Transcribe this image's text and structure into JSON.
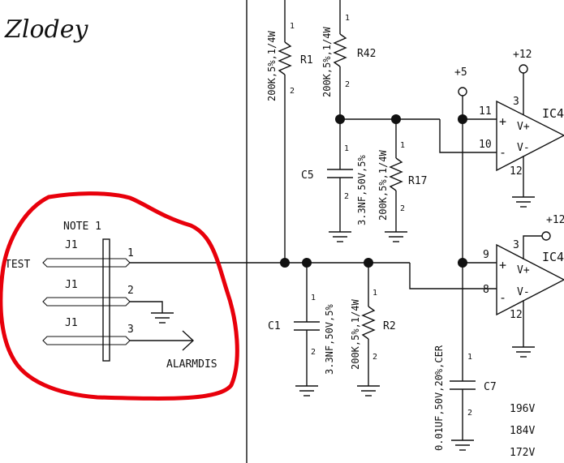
{
  "watermark": "Zlodey",
  "connector": {
    "note": "NOTE 1",
    "ref": "J1",
    "pins": [
      {
        "num": "1",
        "ref": "J1",
        "net": "TEST"
      },
      {
        "num": "2",
        "ref": "J1",
        "net": ""
      },
      {
        "num": "3",
        "ref": "J1",
        "net": "ALARMDIS"
      }
    ]
  },
  "resistors": [
    {
      "ref": "R1",
      "value": "200K,5%,1/4W",
      "pin_top": "1",
      "pin_bottom": "2"
    },
    {
      "ref": "R42",
      "value": "200K,5%,1/4W",
      "pin_top": "1",
      "pin_bottom": "2"
    },
    {
      "ref": "R17",
      "value": "200K,5%,1/4W",
      "pin_top": "1",
      "pin_bottom": "2"
    },
    {
      "ref": "R2",
      "value": "200K,5%,1/4W",
      "pin_top": "1",
      "pin_bottom": "2"
    }
  ],
  "capacitors": [
    {
      "ref": "C5",
      "value": "3.3NF,50V,5%",
      "pin_top": "1",
      "pin_bottom": "2"
    },
    {
      "ref": "C1",
      "value": "3.3NF,50V,5%",
      "pin_top": "1",
      "pin_bottom": "2"
    },
    {
      "ref": "C7",
      "value": "0.01UF,50V,20%,CER",
      "pin_top": "1",
      "pin_bottom": "2"
    }
  ],
  "supplies": {
    "v5": "+5",
    "v12a": "+12",
    "v12b": "+12"
  },
  "opamps": [
    {
      "ref": "IC4",
      "plus": "+",
      "minus": "-",
      "vplus": "V+",
      "vminus": "V-",
      "pin_plus": "11",
      "pin_minus": "10",
      "pin_vp": "3",
      "pin_vm": "12"
    },
    {
      "ref": "IC4",
      "plus": "+",
      "minus": "-",
      "vplus": "V+",
      "vminus": "V-",
      "pin_plus": "9",
      "pin_minus": "8",
      "pin_vp": "3",
      "pin_vm": "12"
    }
  ],
  "voltages": [
    "196V",
    "184V",
    "172V"
  ],
  "colors": {
    "ink": "#111111",
    "highlight": "#e8000b"
  }
}
